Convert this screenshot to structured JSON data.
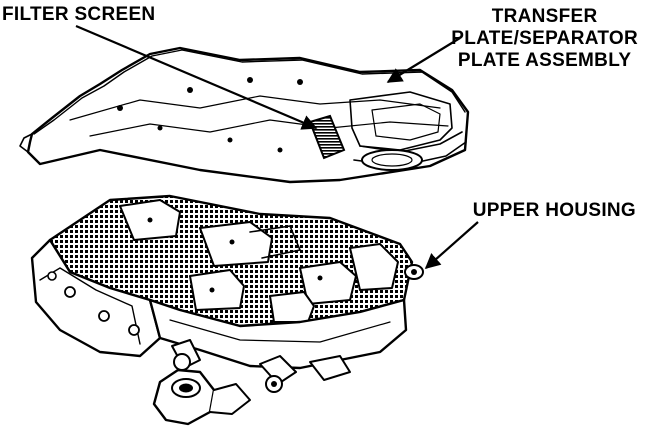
{
  "labels": {
    "filter_screen": "FILTER SCREEN",
    "transfer_plate": {
      "line1": "TRANSFER",
      "line2": "PLATE/SEPARATOR",
      "line3": "PLATE ASSEMBLY"
    },
    "upper_housing": "UPPER HOUSING"
  },
  "colors": {
    "ink": "#000000",
    "paper": "#ffffff"
  }
}
